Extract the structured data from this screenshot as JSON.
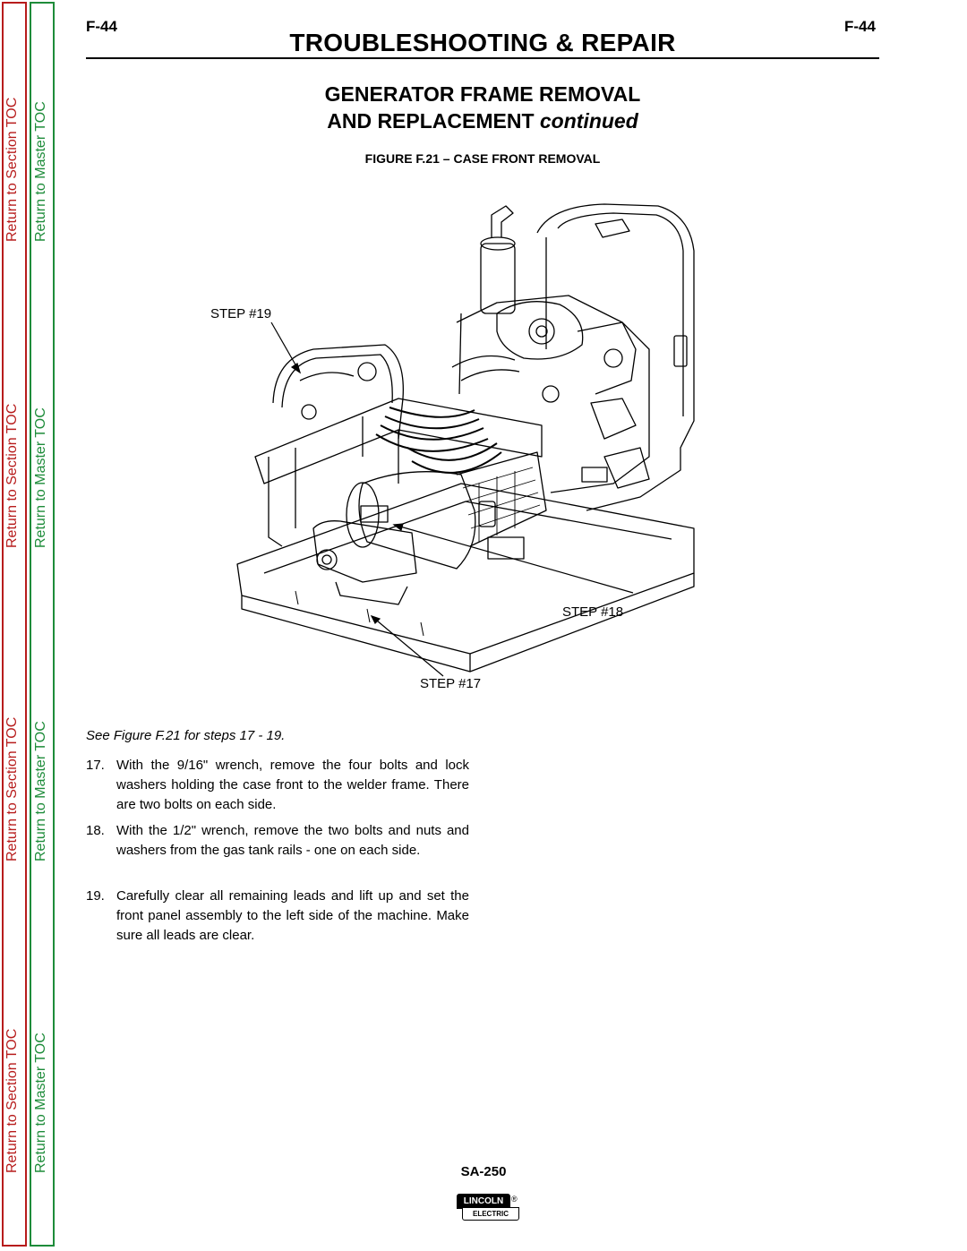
{
  "header": {
    "page_left": "F-44",
    "page_right": "F-44",
    "section_title": "TROUBLESHOOTING & REPAIR"
  },
  "sidebar": {
    "section_toc_label": "Return to Section TOC",
    "master_toc_label": "Return to Master TOC",
    "section_color": "#b71c1c",
    "master_color": "#1e8c3a"
  },
  "title": {
    "line1": "GENERATOR FRAME REMOVAL",
    "line2_main": "AND REPLACEMENT",
    "line2_italic": "continued"
  },
  "figure": {
    "caption": "FIGURE F.21 – CASE FRONT REMOVAL",
    "callouts": [
      "STEP #19",
      "STEP #18",
      "STEP #17"
    ]
  },
  "body": {
    "see_figure": "See Figure F.21 for steps 17 - 19.",
    "steps": [
      {
        "num": "17.",
        "text": "With the 9/16\" wrench, remove the four bolts and lock washers holding the case front to the welder frame. There are two bolts on each side."
      },
      {
        "num": "18.",
        "text": "With the 1/2\" wrench, remove the two bolts and nuts and washers from the gas tank rails - one on each side."
      },
      {
        "num": "19.",
        "text": "Carefully clear all remaining leads and lift up and set the front panel assembly to the left side of the machine. Make sure all leads are clear."
      }
    ]
  },
  "footer": {
    "model": "SA-250",
    "logo_top": "LINCOLN",
    "logo_reg": "®",
    "logo_bottom": "ELECTRIC"
  }
}
